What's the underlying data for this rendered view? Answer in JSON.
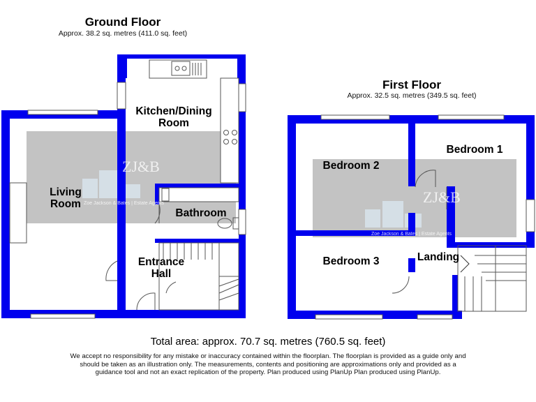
{
  "ground_floor": {
    "title": "Ground Floor",
    "area": "Approx. 38.2 sq. metres (411.0 sq. feet)",
    "rooms": {
      "kitchen": "Kitchen/Dining Room",
      "living": "Living Room",
      "bathroom": "Bathroom",
      "hall": "Entrance Hall"
    }
  },
  "first_floor": {
    "title": "First Floor",
    "area": "Approx. 32.5 sq. metres (349.5 sq. feet)",
    "rooms": {
      "bedroom1": "Bedroom 1",
      "bedroom2": "Bedroom 2",
      "bedroom3": "Bedroom 3",
      "landing": "Landing"
    }
  },
  "watermark": {
    "logo": "ZJ&B",
    "tagline": "Zoe Jackson & Bates | Estate Agents"
  },
  "total_area": "Total area: approx. 70.7 sq. metres (760.5 sq. feet)",
  "disclaimer": "We accept no responsibility for any mistake or inaccuracy contained within the floorplan. The floorplan is provided as a guide only and should be taken as an illustration only. The measurements, contents and positioning are approximations only and provided as a guidance tool and not an exact replication of the property. Plan produced using PlanUp Plan produced using PlanUp.",
  "colors": {
    "wall": "#0000ee",
    "watermark_grey": "#c3c3c3"
  }
}
